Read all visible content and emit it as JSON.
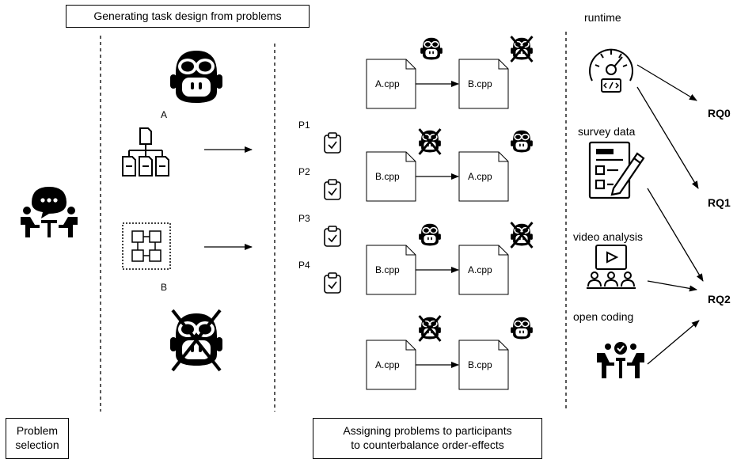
{
  "header": {
    "title": "Generating task design from problems"
  },
  "problems": {
    "a_label": "A",
    "b_label": "B"
  },
  "participants": [
    "P1",
    "P2",
    "P3",
    "P4"
  ],
  "sequences": [
    {
      "from": "A.cpp",
      "to": "B.cpp",
      "first_ai": "on",
      "second_ai": "off"
    },
    {
      "from": "B.cpp",
      "to": "A.cpp",
      "first_ai": "off",
      "second_ai": "on"
    },
    {
      "from": "B.cpp",
      "to": "A.cpp",
      "first_ai": "on",
      "second_ai": "off"
    },
    {
      "from": "A.cpp",
      "to": "B.cpp",
      "first_ai": "off",
      "second_ai": "on"
    }
  ],
  "data_sources": {
    "runtime": "runtime",
    "survey": "survey data",
    "video": "video analysis",
    "coding": "open coding"
  },
  "research_questions": {
    "rq0": "RQ0",
    "rq1": "RQ1",
    "rq2": "RQ2"
  },
  "footer": {
    "left_line1": "Problem",
    "left_line2": "selection",
    "center_line1": "Assigning problems to participants",
    "center_line2": "to counterbalance order-effects"
  },
  "icons": {
    "people": "people-at-table-icon",
    "copilot_big": "copilot-icon",
    "copilot_disabled": "copilot-disabled-icon",
    "hierarchy": "file-hierarchy-icon",
    "circuit": "circuit-board-icon",
    "clipboard": "clipboard-check-icon",
    "gauge": "speed-gauge-icon",
    "survey": "survey-form-pencil-icon",
    "video": "video-audience-icon",
    "coding": "team-check-icon"
  }
}
